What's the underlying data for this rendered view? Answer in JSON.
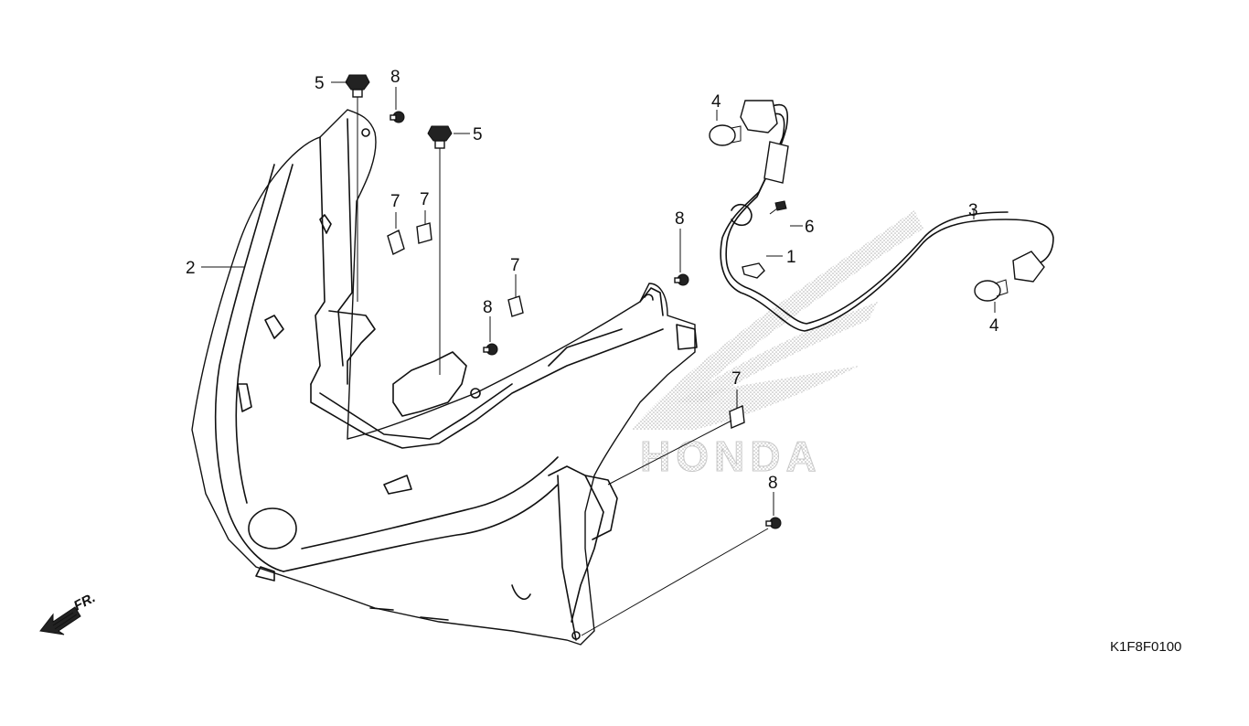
{
  "diagram": {
    "callouts": [
      {
        "id": "c1",
        "label": "1"
      },
      {
        "id": "c2",
        "label": "2"
      },
      {
        "id": "c3",
        "label": "3"
      },
      {
        "id": "c4a",
        "label": "4"
      },
      {
        "id": "c4b",
        "label": "4"
      },
      {
        "id": "c5a",
        "label": "5"
      },
      {
        "id": "c5b",
        "label": "5"
      },
      {
        "id": "c6",
        "label": "6"
      },
      {
        "id": "c7a",
        "label": "7"
      },
      {
        "id": "c7b",
        "label": "7"
      },
      {
        "id": "c7c",
        "label": "7"
      },
      {
        "id": "c7d",
        "label": "7"
      },
      {
        "id": "c8a",
        "label": "8"
      },
      {
        "id": "c8b",
        "label": "8"
      },
      {
        "id": "c8c",
        "label": "8"
      },
      {
        "id": "c8d",
        "label": "8"
      }
    ],
    "front_indicator": "FR.",
    "diagram_code": "K1F8F0100",
    "watermark_text": "HONDA"
  },
  "colors": {
    "line": "#111111",
    "background": "#ffffff",
    "watermark": "#b8b8b8"
  },
  "icons": [
    "front-arrow-icon",
    "honda-wing-logo"
  ]
}
